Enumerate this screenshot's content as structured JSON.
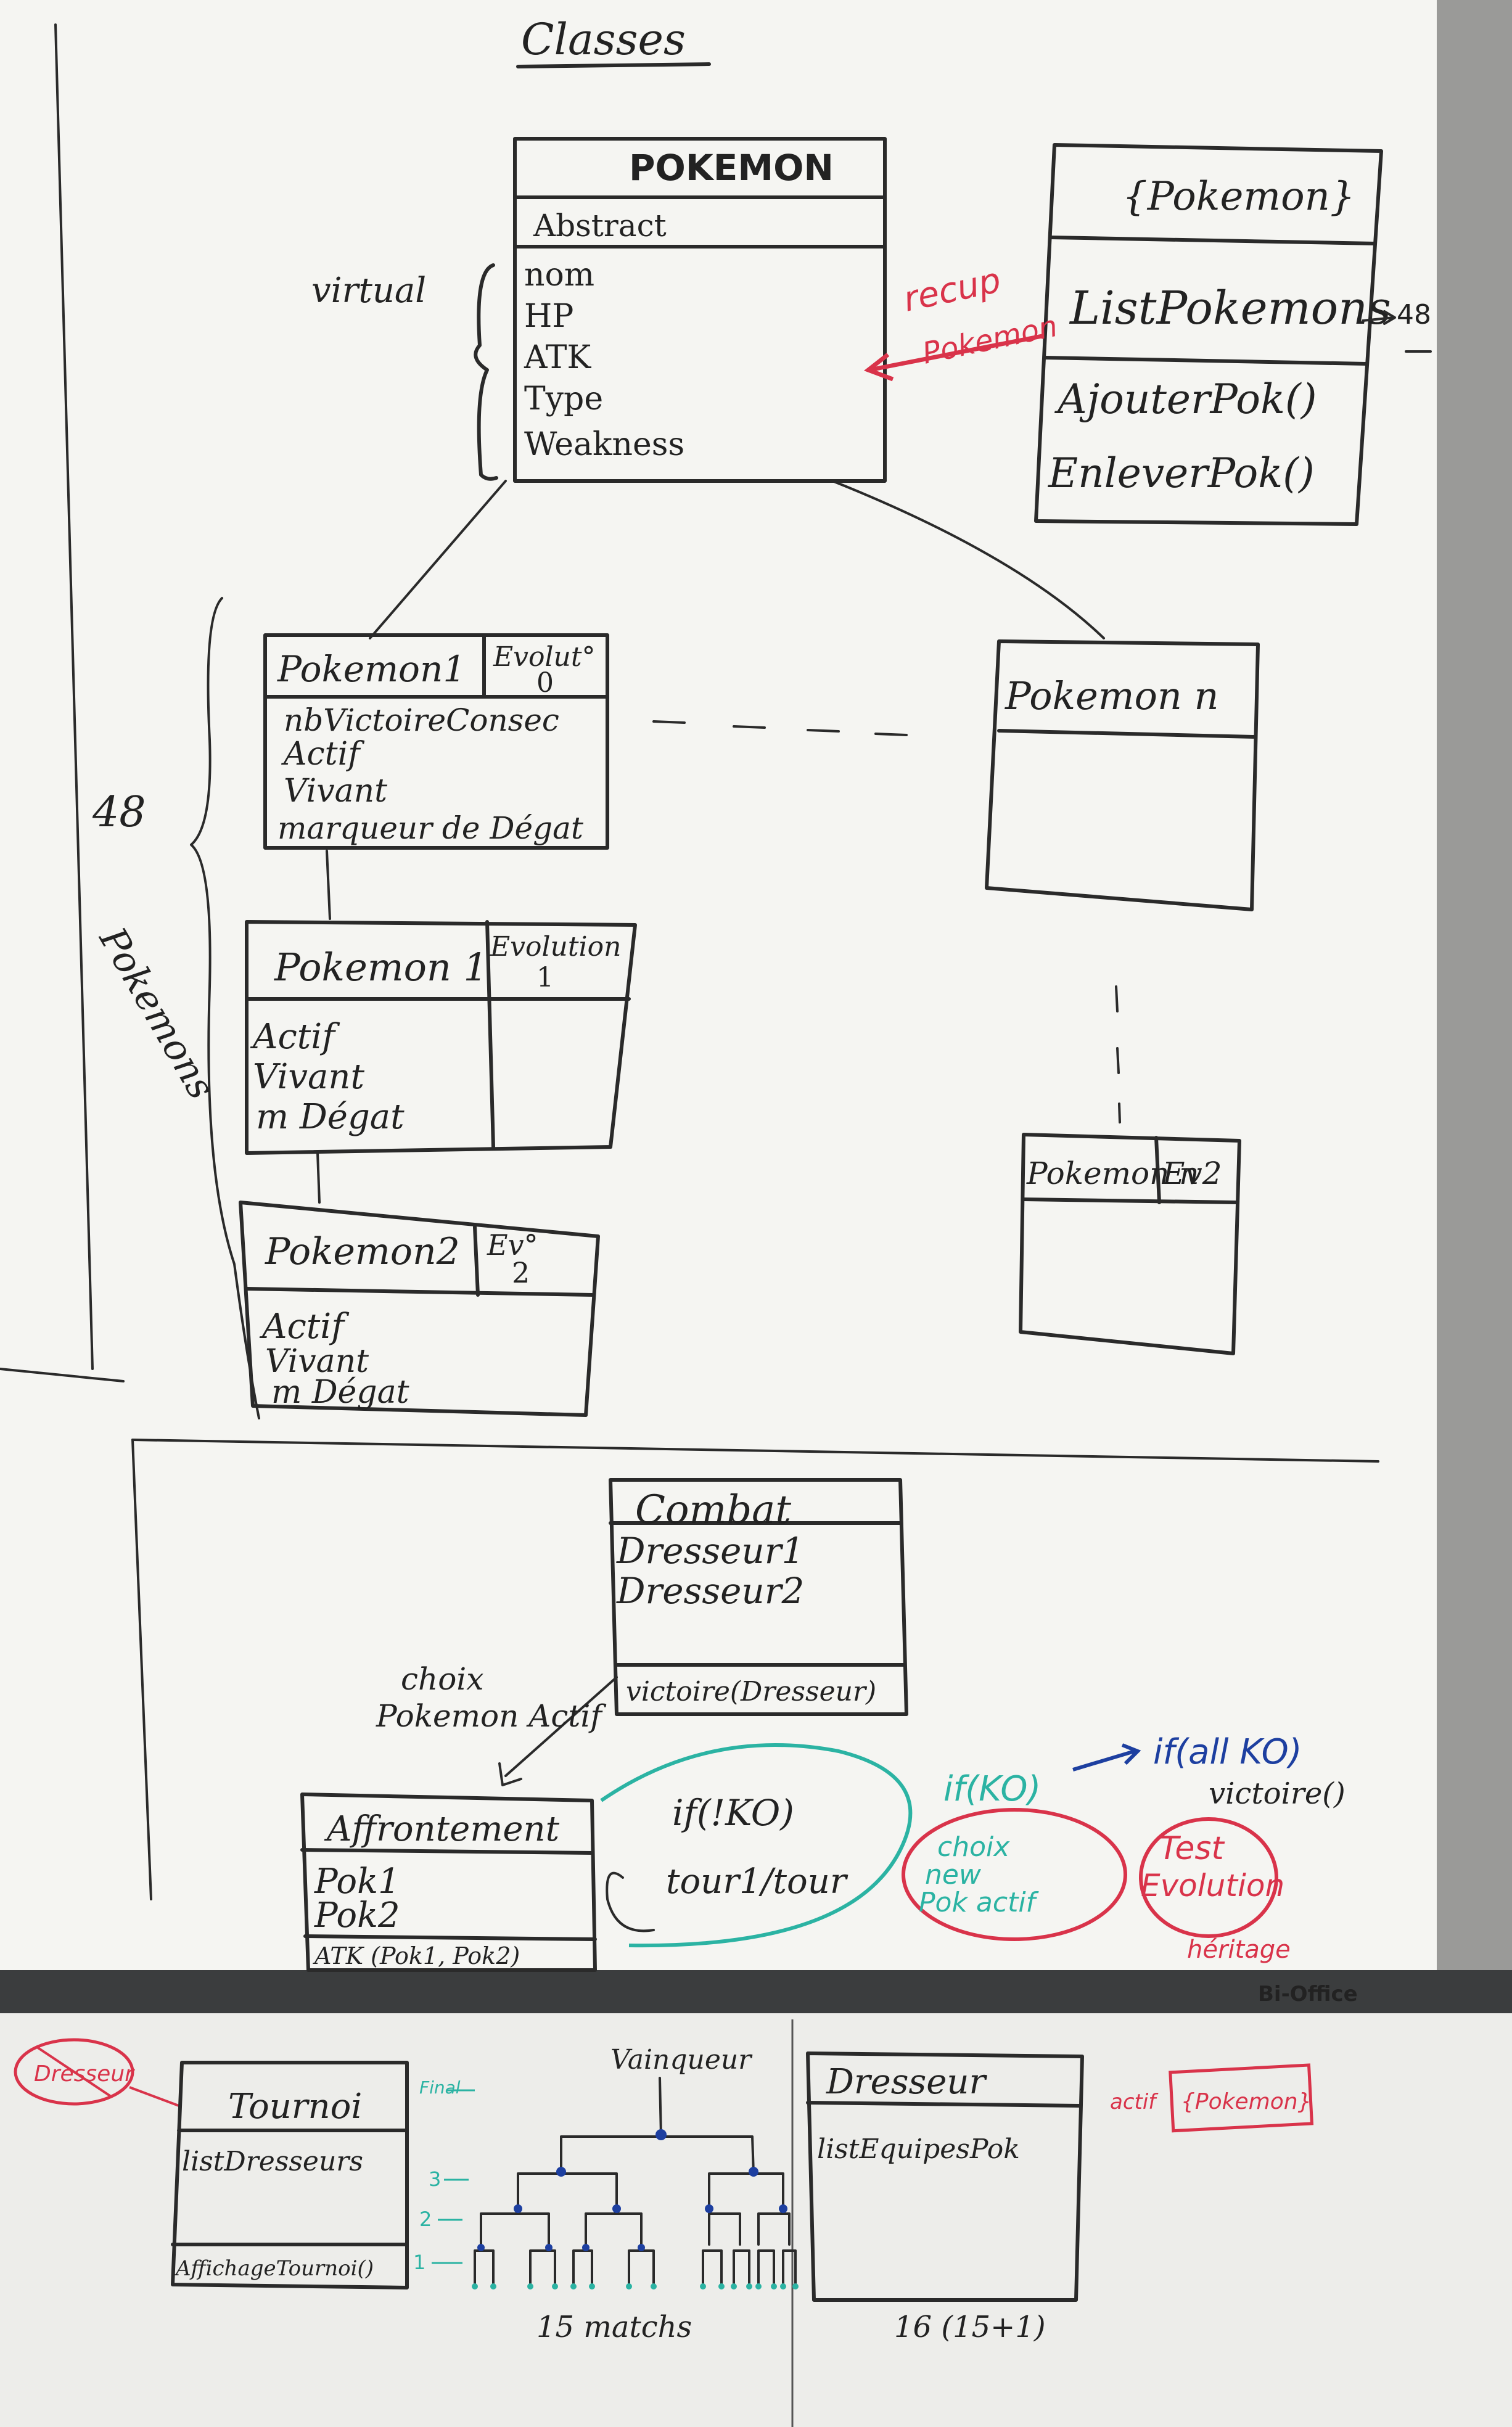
{
  "title": "Classes",
  "pokemon_class": {
    "name": "POKEMON",
    "stereotype": "Abstract",
    "virtual_label": "virtual",
    "attributes": [
      "nom",
      "HP",
      "ATK",
      "Type",
      "Weakness"
    ]
  },
  "pokemon_list_class": {
    "name": "{Pokemon}",
    "attributes": [
      "ListPokemons"
    ],
    "count_note": "48",
    "methods": [
      "AjouterPok()",
      "EnleverPok()"
    ],
    "arrow_label": [
      "recup",
      "Pokemon"
    ]
  },
  "pokemon1_ev0": {
    "name": "Pokemon1",
    "evolution": [
      "Evolut°",
      "0"
    ],
    "attributes": [
      "nbVictoireConsec",
      "Actif",
      "Vivant",
      "marqueur de Dégat"
    ]
  },
  "pokemon_n": {
    "name": "Pokemon n"
  },
  "group_label": [
    "48",
    "Pokemons"
  ],
  "pokemon1_ev1": {
    "name": "Pokemon 1",
    "evolution": [
      "Evolution",
      "1"
    ],
    "attributes": [
      "Actif",
      "Vivant",
      "m Dégat"
    ]
  },
  "pokemon_n_ev2": {
    "name": "Pokemon n",
    "evolution": "Ev2"
  },
  "pokemon2_ev2": {
    "name": "Pokemon2",
    "evolution": [
      "Ev°",
      "2"
    ],
    "attributes": [
      "Actif",
      "Vivant",
      "m Dégat"
    ]
  },
  "combat_class": {
    "name": "Combat",
    "attributes": [
      "Dresseur1",
      "Dresseur2"
    ],
    "methods": [
      "victoire(Dresseur)"
    ]
  },
  "choix_label": [
    "choix",
    "Pokemon Actif"
  ],
  "affrontement_class": {
    "name": "Affrontement",
    "attributes": [
      "Pok1",
      "Pok2"
    ],
    "methods": [
      "ATK (Pok1, Pok2)"
    ]
  },
  "loop_label": [
    "if(!KO)",
    "tour1/tour"
  ],
  "if_ko": "if(KO)",
  "if_all_ko": [
    "if(all KO)",
    "victoire()"
  ],
  "choix_new": [
    "choix",
    "new",
    "Pok actif"
  ],
  "test_evolution": [
    "Test",
    "Evolution"
  ],
  "heritage": "héritage",
  "board_brand": "Bi-Office",
  "tournoi_class": {
    "name": "Tournoi",
    "attributes": [
      "listDresseurs"
    ],
    "methods": [
      "AffichageTournoi()"
    ]
  },
  "dresseur_tag": "Dresseur",
  "bracket": {
    "winner_label": "Vainqueur",
    "rounds": [
      "Final",
      "3",
      "2",
      "1"
    ],
    "matches_label": "15 matchs"
  },
  "dresseur_class": {
    "name": "Dresseur",
    "attributes": [
      "listEquipesPok"
    ],
    "footer": "16 (15+1)"
  },
  "actif_note": [
    "actif",
    "{Pokemon}"
  ]
}
